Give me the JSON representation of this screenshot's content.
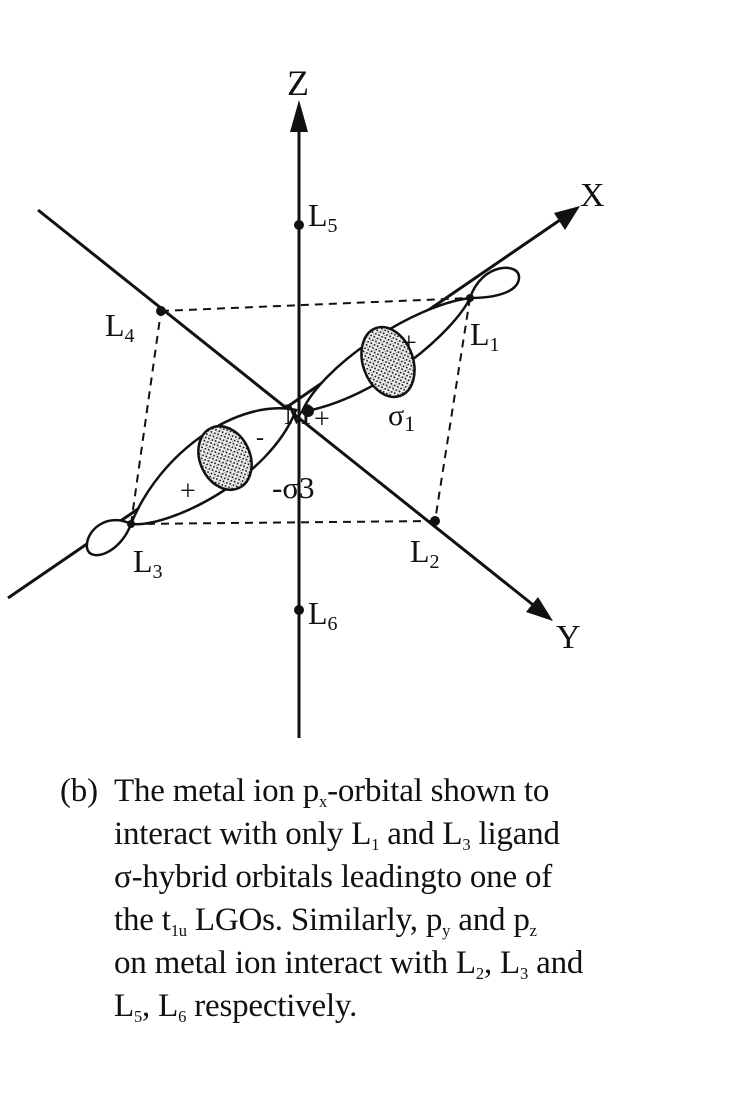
{
  "axes": {
    "z": "Z",
    "x": "X",
    "y": "Y"
  },
  "ligands": {
    "l1": {
      "main": "L",
      "sub": "1"
    },
    "l2": {
      "main": "L",
      "sub": "2"
    },
    "l3": {
      "main": "L",
      "sub": "3"
    },
    "l4": {
      "main": "L",
      "sub": "4"
    },
    "l5": {
      "main": "L",
      "sub": "5"
    },
    "l6": {
      "main": "L",
      "sub": "6"
    }
  },
  "center": {
    "metal": "M",
    "plus": "+"
  },
  "lobe_signs": {
    "upper_plus": "+",
    "lower_plus": "+",
    "lower_minus": "-"
  },
  "sigma_labels": {
    "sigma1": {
      "main": "σ",
      "sub": "1"
    },
    "sigma3": {
      "prefix": "-σ",
      "num": "3"
    }
  },
  "caption": {
    "label": "(b)",
    "line1": {
      "a": "The metal ion p",
      "sub": "x",
      "b": "-orbital shown to"
    },
    "line2": {
      "a": "interact with only L",
      "sub1": "1",
      "b": " and L",
      "sub2": "3",
      "c": " ligand"
    },
    "line3": "σ-hybrid  orbitals leadingto one of",
    "line4": {
      "a": "the t",
      "sub": "1u",
      "b": " LGOs. Similarly, p",
      "sub2": "y",
      "c": " and p",
      "sub3": "z"
    },
    "line5": {
      "a": "on metal ion interact with L",
      "sub1": "2",
      "b": ", L",
      "sub2": "3",
      "c": " and"
    },
    "line6": {
      "a": "L",
      "sub1": "5",
      "b": ", L",
      "sub2": "6",
      "c": " respectively."
    }
  }
}
